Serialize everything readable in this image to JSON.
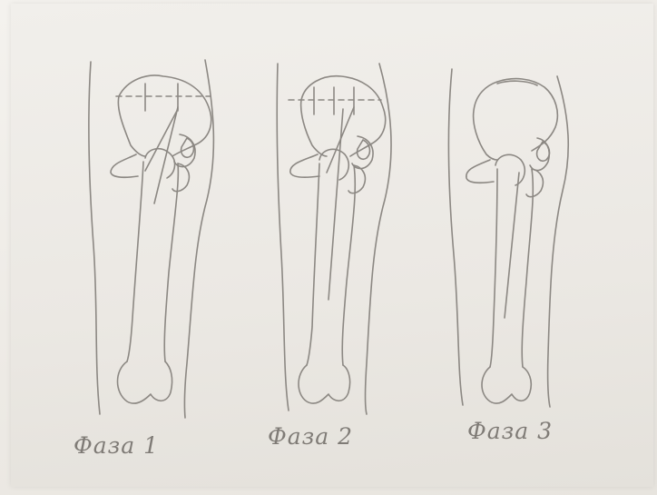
{
  "figure": {
    "phases": [
      {
        "label": "Фаза 1"
      },
      {
        "label": "Фаза 2"
      },
      {
        "label": "Фаза 3"
      }
    ],
    "colors": {
      "paper": "#ebe8e3",
      "pencil": "#8c8883",
      "label": "#7f7b76"
    }
  }
}
